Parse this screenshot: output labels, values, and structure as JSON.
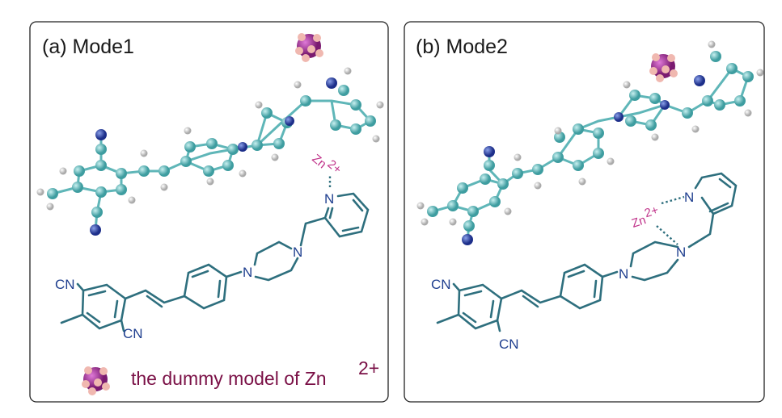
{
  "panels": [
    {
      "title": "(a) Mode1",
      "zn_label": "Zn",
      "zn_charge": "2+"
    },
    {
      "title": "(b) Mode2",
      "zn_label": "Zn",
      "zn_charge": "2+"
    }
  ],
  "atoms": {
    "cn": "CN",
    "n": "N"
  },
  "legend": {
    "text": "the dummy model of Zn",
    "charge": "2+"
  },
  "colors": {
    "bond": "#2e6f7e",
    "nitrogen": "#1f3f8f",
    "zinc": "#c0338a",
    "legend": "#7a1046",
    "carbon_ball": "#5fb6b8",
    "dummy": "#a2339a"
  }
}
